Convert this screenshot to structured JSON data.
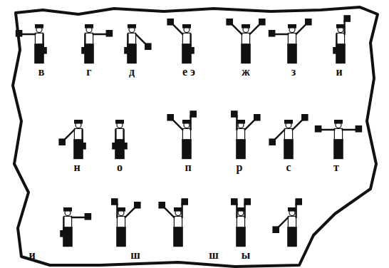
{
  "diagram": {
    "labels": [
      "в",
      "г",
      "д",
      "е э",
      "ж",
      "з",
      "и",
      "н",
      "о",
      "п",
      "р",
      "с",
      "т",
      "и",
      "ш",
      "ш",
      "ы"
    ]
  }
}
